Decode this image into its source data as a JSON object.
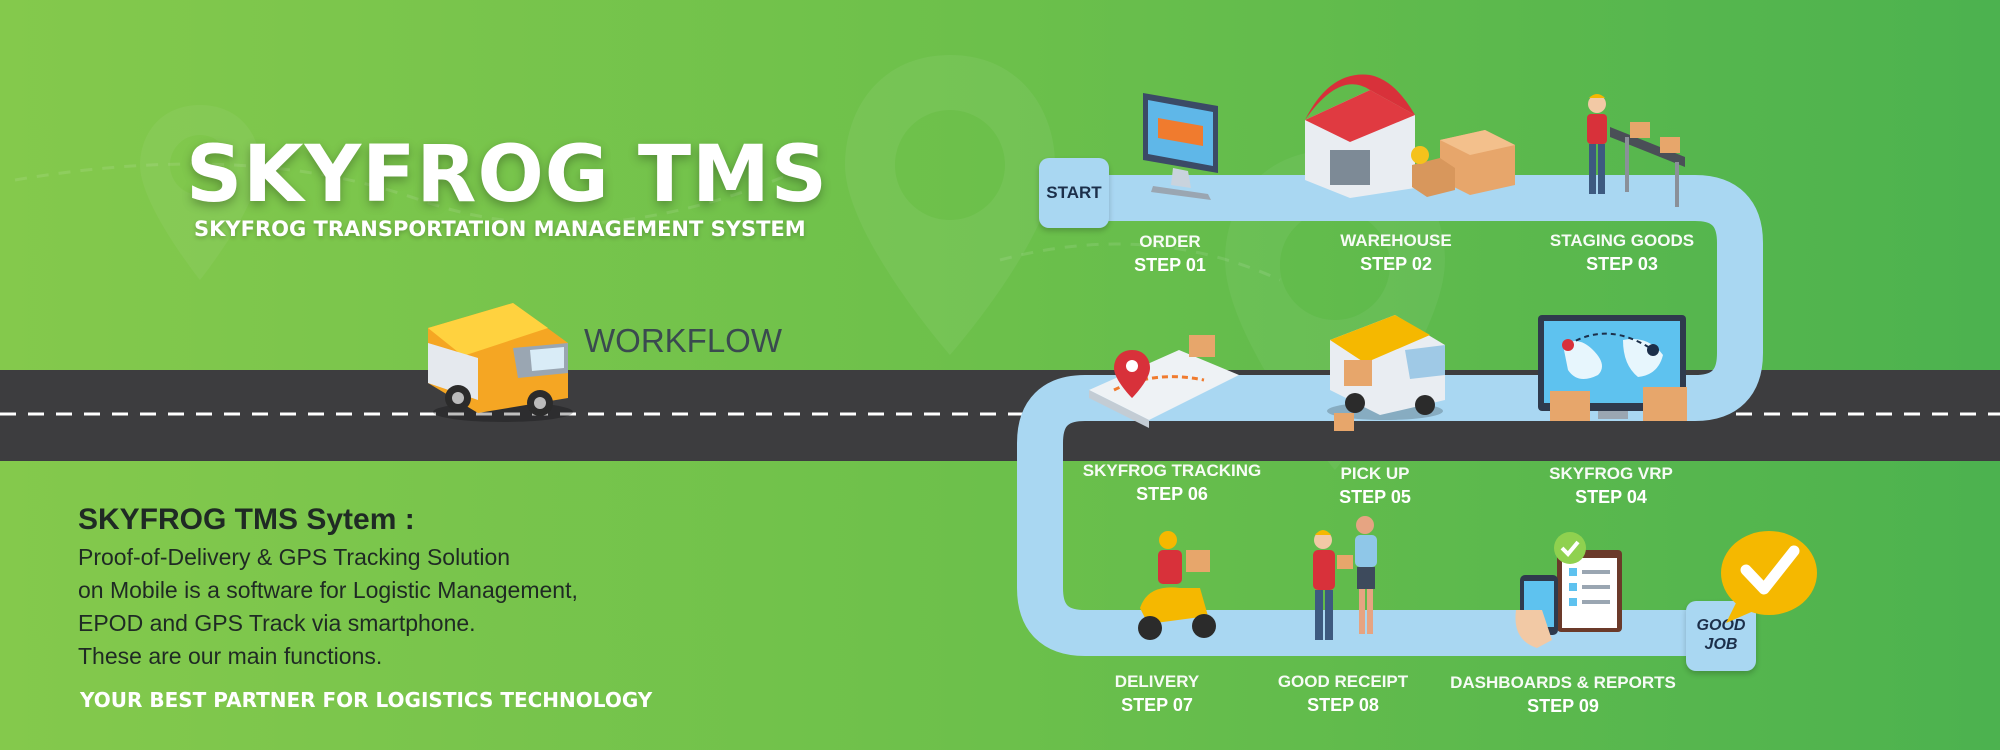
{
  "header": {
    "title": "SKYFROG TMS",
    "subtitle": "SKYFROG TRANSPORTATION MANAGEMENT SYSTEM"
  },
  "workflow_label": "WORKFLOW",
  "system": {
    "heading": "SKYFROG TMS Sytem :",
    "lines": [
      "Proof-of-Delivery & GPS Tracking Solution",
      "on Mobile is a software for Logistic Management,",
      "EPOD and GPS Track via smartphone.",
      "These are our main functions."
    ]
  },
  "tagline": "YOUR  BEST PARTNER FOR LOGISTICS TECHNOLOGY",
  "path": {
    "start": "START",
    "end_line1": "GOOD",
    "end_line2": "JOB"
  },
  "steps": [
    {
      "name": "ORDER",
      "step": "STEP 01",
      "icon": "order-monitor-icon"
    },
    {
      "name": "WAREHOUSE",
      "step": "STEP 02",
      "icon": "warehouse-icon"
    },
    {
      "name": "STAGING GOODS",
      "step": "STEP 03",
      "icon": "staging-conveyor-icon"
    },
    {
      "name": "SKYFROG VRP",
      "step": "STEP 04",
      "icon": "route-map-monitor-icon"
    },
    {
      "name": "PICK UP",
      "step": "STEP 05",
      "icon": "pickup-van-icon"
    },
    {
      "name": "SKYFROG TRACKING",
      "step": "STEP 06",
      "icon": "tracking-map-icon"
    },
    {
      "name": "DELIVERY",
      "step": "STEP 07",
      "icon": "delivery-scooter-icon"
    },
    {
      "name": "GOOD RECEIPT",
      "step": "STEP 08",
      "icon": "good-receipt-people-icon"
    },
    {
      "name": "DASHBOARDS & REPORTS",
      "step": "STEP 09",
      "icon": "dashboard-phone-icon"
    }
  ],
  "colors": {
    "background_start": "#84c94c",
    "background_end": "#4cb24f",
    "road": "#3d3d3f",
    "path": "#a9d7f2",
    "text_dark": "#1f2a24",
    "accent_yellow": "#f5b800"
  }
}
